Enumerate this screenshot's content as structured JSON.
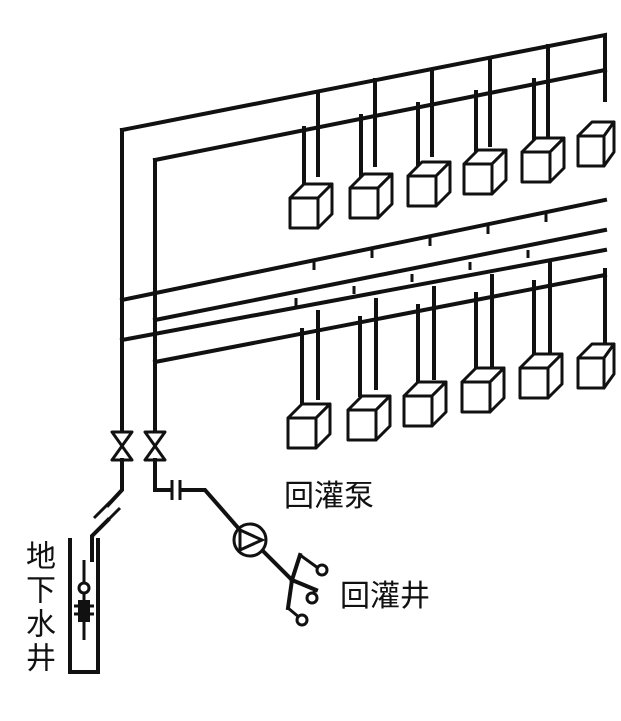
{
  "labels": {
    "well": "地下水井",
    "pump": "回灌泵",
    "recharge_well": "回灌井"
  },
  "colors": {
    "line": "#111111",
    "background": "#ffffff"
  },
  "indoor_units": {
    "upper_row": 6,
    "lower_row": 6
  }
}
